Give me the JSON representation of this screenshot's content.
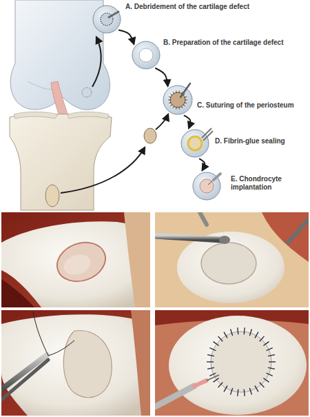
{
  "diagram": {
    "nodes": [
      {
        "text": [
          "A. Debridement of the cartilage defect"
        ]
      },
      {
        "text": [
          "B. Preparation of the cartilage defect"
        ]
      },
      {
        "text": [
          "C. Suturing of the periosteum"
        ]
      },
      {
        "text": [
          "D. Fibrin-glue sealing"
        ]
      },
      {
        "text": [
          "E. Chondrocyte implantation"
        ]
      }
    ],
    "edges": [
      {
        "from": 0,
        "to": 1,
        "arrow": "to"
      },
      {
        "from": 1,
        "to": 2,
        "arrow": "to"
      },
      {
        "from": 2,
        "to": 3,
        "arrow": "to"
      },
      {
        "from": 3,
        "to": 4,
        "arrow": "to"
      }
    ]
  }
}
